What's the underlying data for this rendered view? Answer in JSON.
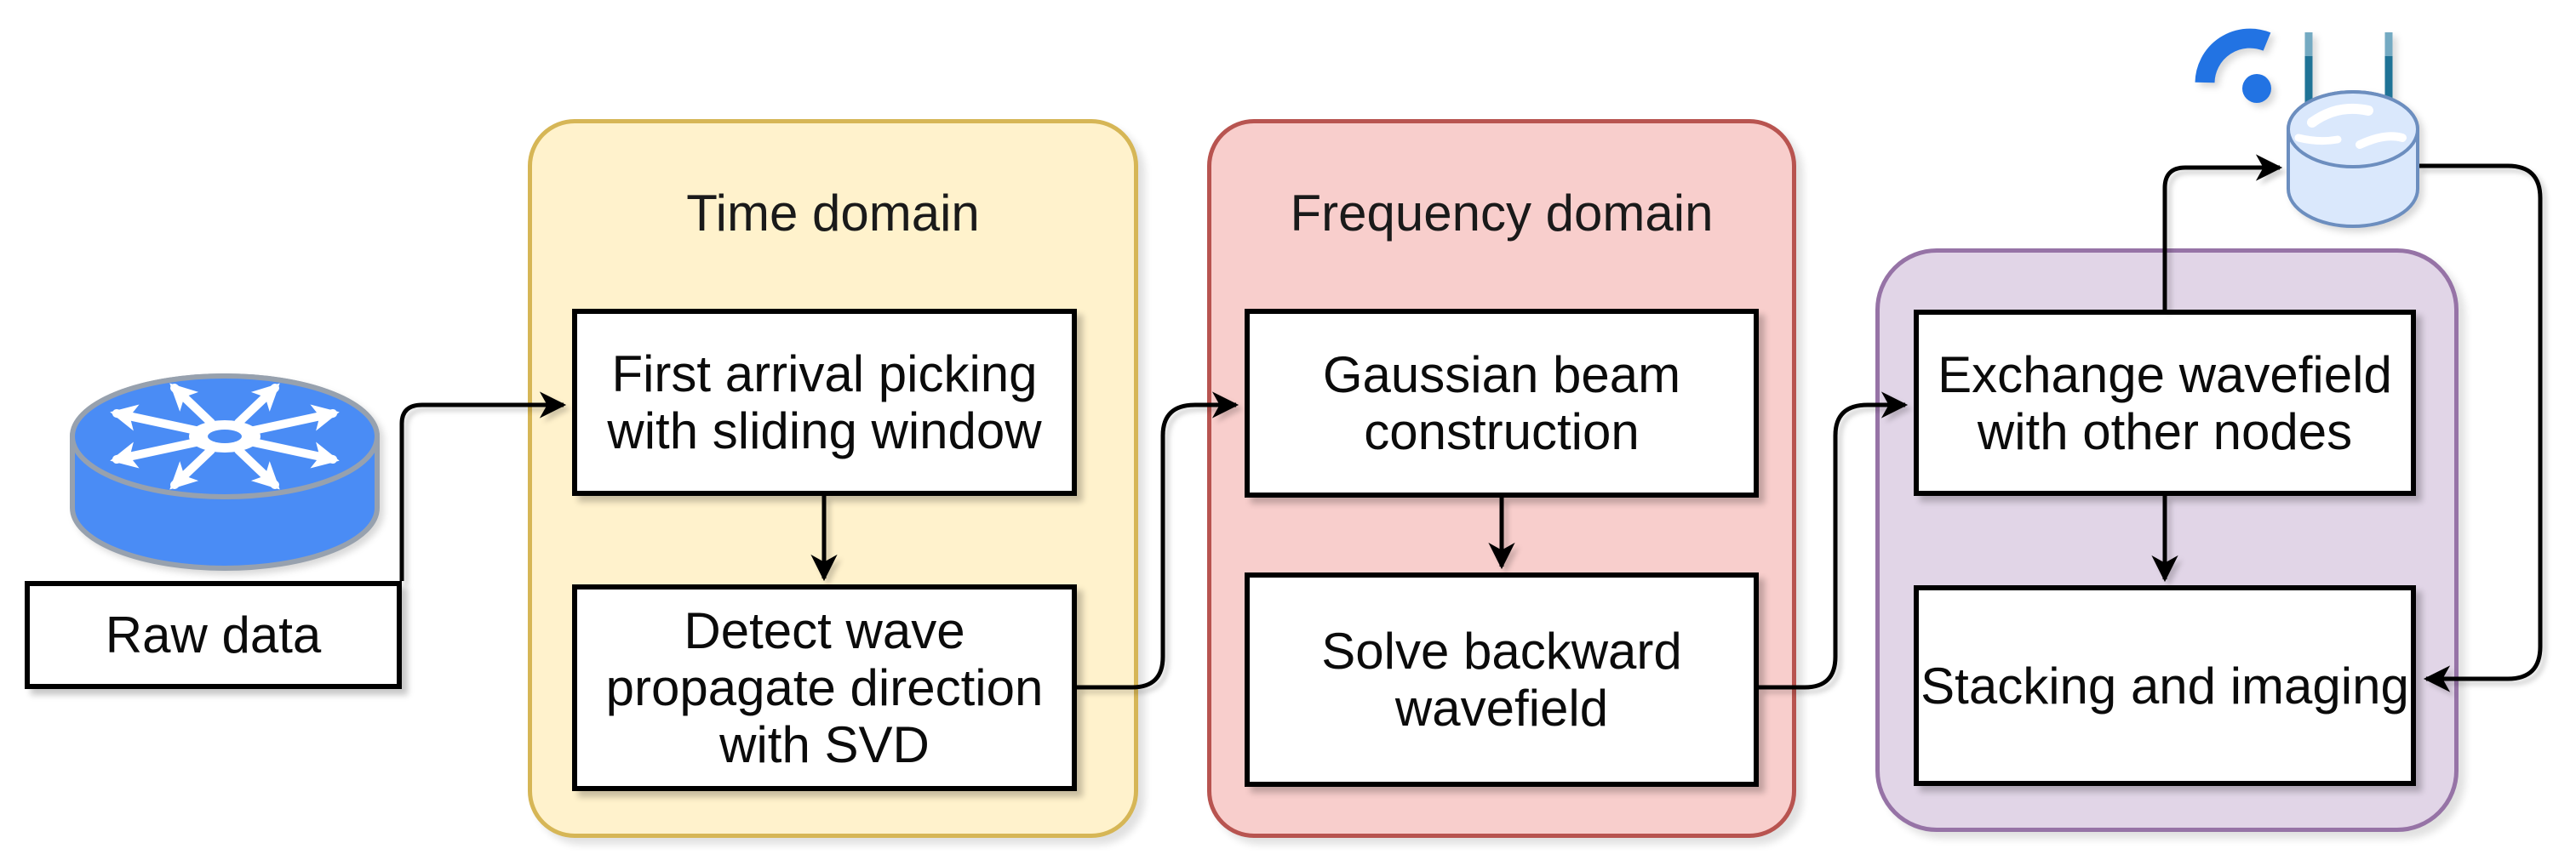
{
  "source": {
    "label": "Raw data",
    "icon": "router-icon",
    "icon_colors": {
      "body": "#4A8CF5",
      "outline": "#97A1AE",
      "arrows": "#FFFFFF"
    }
  },
  "groups": [
    {
      "title": "Time domain",
      "fill": "#FFF2CC",
      "border": "#D6B656",
      "boxes": [
        {
          "lines": [
            "First arrival picking",
            "with sliding window"
          ]
        },
        {
          "lines": [
            "Detect wave",
            "propagate direction",
            "with SVD"
          ]
        }
      ]
    },
    {
      "title": "Frequency domain",
      "fill": "#F8CECC",
      "border": "#B85450",
      "boxes": [
        {
          "lines": [
            "Gaussian beam",
            "construction"
          ]
        },
        {
          "lines": [
            "Solve backward",
            "wavefield"
          ]
        }
      ]
    },
    {
      "fill": "#E1D5E7",
      "border": "#9673A6",
      "boxes": [
        {
          "lines": [
            "Exchange wavefield",
            "with other nodes"
          ]
        },
        {
          "lines": [
            "Stacking and imaging"
          ]
        }
      ]
    }
  ],
  "wireless_node": {
    "icon": "wireless-router-icon",
    "body_fill": "#DAE8FC",
    "body_border": "#6C8EBF",
    "antenna_color": "#1F7396",
    "wifi_color": "#2273E3"
  },
  "connectors": {
    "color": "#000000",
    "flow": [
      "raw-data to first-arrival-picking",
      "first-arrival-picking to detect-wave-svd",
      "detect-wave-svd to gaussian-beam",
      "gaussian-beam to solve-backward-wavefield",
      "solve-backward-wavefield to exchange-wavefield",
      "exchange-wavefield to stacking-imaging",
      "exchange-wavefield to wireless-router",
      "wireless-router to stacking-imaging"
    ]
  }
}
